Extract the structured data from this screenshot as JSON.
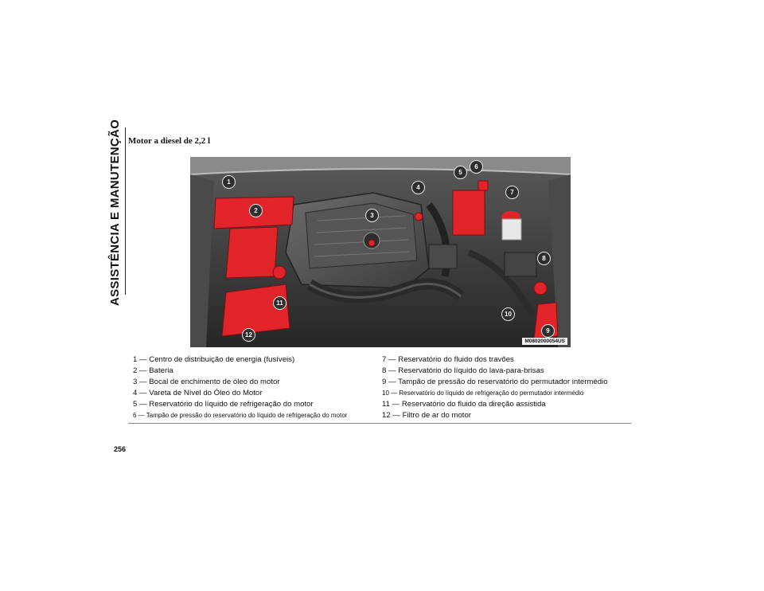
{
  "sidebar": {
    "chapter_title": "ASSISTÊNCIA E MANUTENÇÃO"
  },
  "section": {
    "title": "Motor a diesel de 2,2 l"
  },
  "figure": {
    "code": "M0802000054US",
    "callouts": [
      "1",
      "2",
      "3",
      "4",
      "5",
      "6",
      "7",
      "8",
      "9",
      "10",
      "11",
      "12"
    ],
    "highlight_color": "#e0242a"
  },
  "legend": {
    "left": [
      "1 — Centro de distribuição de energia (fusíveis)",
      "2 — Bateria",
      "3 — Bocal de enchimento de óleo do motor",
      "4 — Vareta de Nível do Óleo do Motor",
      "5 — Reservatório do líquido de refrigeração do motor",
      "6 — Tampão de pressão do reservatório do líquido de refrigeração do motor"
    ],
    "right": [
      "7 — Reservatório do fluido dos travões",
      "8 — Reservatório do líquido do lava-para-brisas",
      "9 — Tampão de pressão do reservatório do permutador intermédio",
      "10 — Reservatório do líquido de refrigeração do permutador intermédio",
      "11 — Reservatório do fluido da direção assistida",
      "12 — Filtro de ar do motor"
    ]
  },
  "page": {
    "number": "256"
  }
}
